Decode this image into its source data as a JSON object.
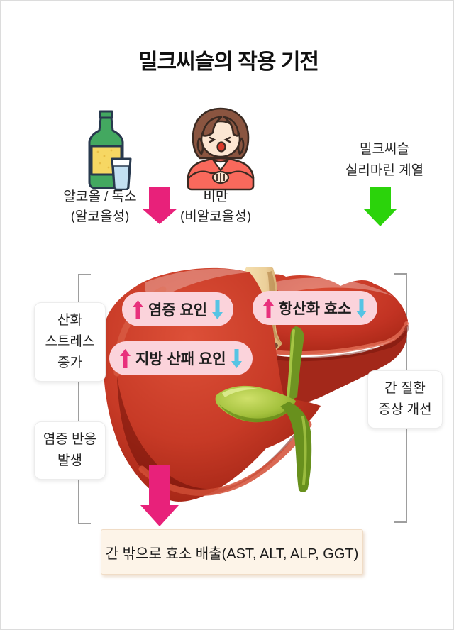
{
  "title": "밀크씨슬의 작용 기전",
  "causes": {
    "alcohol": {
      "name": "알코올 / 독소",
      "type": "(알코올성)"
    },
    "obesity": {
      "name": "비만",
      "type": "(비알코올성)"
    }
  },
  "remedy": {
    "line1": "밀크씨슬",
    "line2": "실리마린 계열"
  },
  "liver_badges": [
    {
      "label": "염증 요인",
      "left_arrow": "increase",
      "right_arrow": "decrease"
    },
    {
      "label": "항산화 효소",
      "left_arrow": "increase",
      "right_arrow": "decrease"
    },
    {
      "label": "지방 산패 요인",
      "left_arrow": "increase",
      "right_arrow": "decrease"
    }
  ],
  "side_labels": {
    "oxidative_stress": {
      "lines": [
        "산화",
        "스트레스",
        "증가"
      ]
    },
    "inflammation": {
      "lines": [
        "염증 반응",
        "발생"
      ]
    },
    "improvement": {
      "lines": [
        "간 질환",
        "증상 개선"
      ]
    }
  },
  "outcome": {
    "text": "간 밖으로 효소 배출(AST, ALT, ALP, GGT)"
  },
  "icons": {
    "alcohol": "soju-bottle-and-glass-icon",
    "obesity": "sick-overweight-person-icon",
    "organ": "liver-with-gallbladder-illustration",
    "cause_arrow": "magenta-down-arrow",
    "remedy_arrow": "green-down-arrow",
    "outcome_arrow": "magenta-down-arrow",
    "badge_up": "pink-up-arrow",
    "badge_down": "blue-down-arrow"
  },
  "colors": {
    "magenta_arrow": "#e8217a",
    "green_arrow": "#2bd30b",
    "badge_bg": "#fbd3db",
    "badge_up_arrow": "#e8317c",
    "badge_down_arrow": "#55c4e4",
    "outcome_bg": "#fdf4e8",
    "outcome_border": "#f0dcc6",
    "bracket_line": "#9e9e9e",
    "page_border": "#dcdcdc"
  }
}
